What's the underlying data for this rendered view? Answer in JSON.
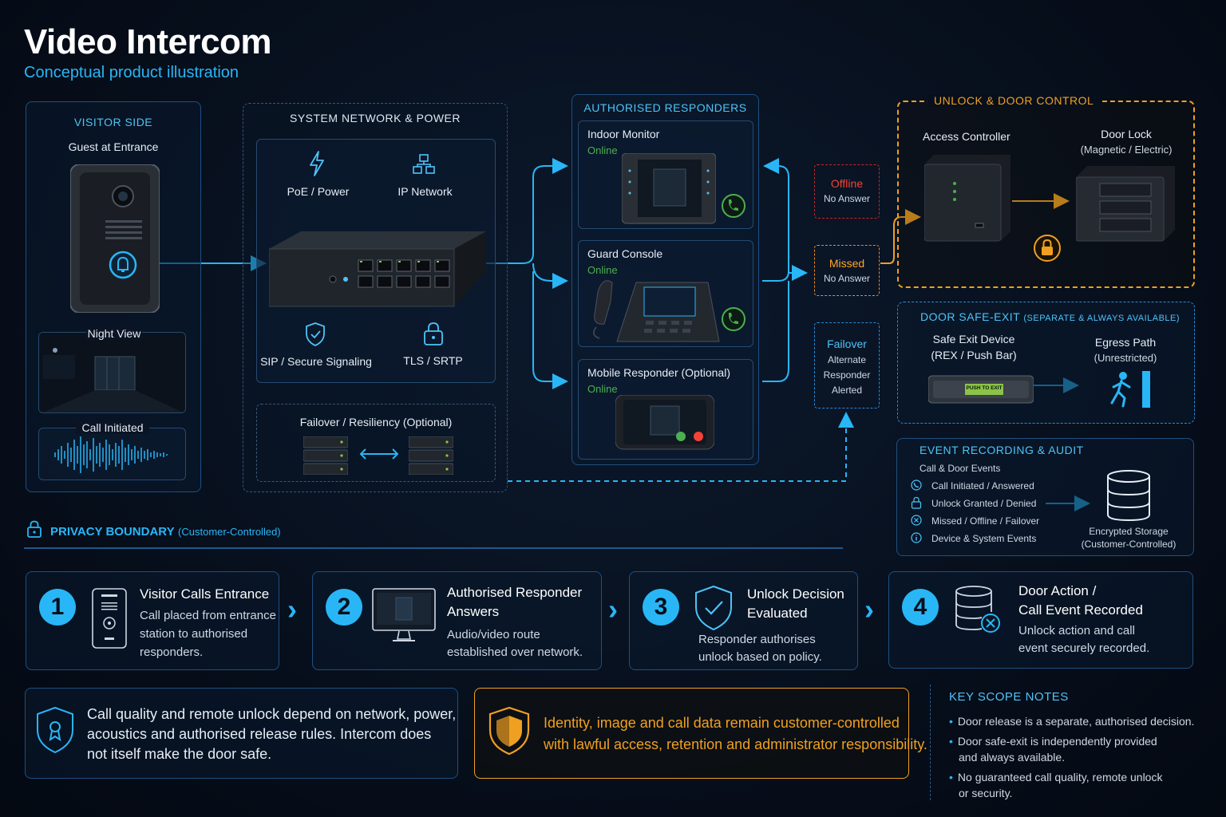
{
  "header": {
    "title": "Video Intercom",
    "subtitle": "Conceptual product illustration"
  },
  "visitor_side": {
    "heading": "VISITOR SIDE",
    "device_label": "Guest at Entrance",
    "night_view_label": "Night View",
    "call_label": "Call Initiated"
  },
  "network": {
    "heading": "SYSTEM NETWORK & POWER",
    "poe_label": "PoE / Power",
    "ip_label": "IP Network",
    "sip_label": "SIP / Secure Signaling",
    "tls_label": "TLS / SRTP",
    "failover_label": "Failover / Resiliency (Optional)"
  },
  "responders": {
    "heading": "AUTHORISED RESPONDERS",
    "items": [
      {
        "name": "Indoor Monitor",
        "status": "Online"
      },
      {
        "name": "Guard Console",
        "status": "Online"
      },
      {
        "name": "Mobile Responder (Optional)",
        "status": "Online"
      }
    ]
  },
  "statuses": {
    "offline": {
      "title": "Offline",
      "sub": "No Answer"
    },
    "missed": {
      "title": "Missed",
      "sub": "No Answer"
    },
    "failover": {
      "title": "Failover",
      "sub1": "Alternate",
      "sub2": "Responder",
      "sub3": "Alerted"
    }
  },
  "unlock": {
    "heading": "UNLOCK & DOOR CONTROL",
    "controller_label": "Access Controller",
    "lock_label": "Door Lock",
    "lock_sub": "(Magnetic / Electric)"
  },
  "safe_exit": {
    "heading": "DOOR SAFE-EXIT",
    "heading_note": "(SEPARATE & ALWAYS AVAILABLE)",
    "device_label": "Safe Exit Device",
    "device_sub": "(REX / Push Bar)",
    "path_label": "Egress Path",
    "path_sub": "(Unrestricted)",
    "bar_text": "PUSH TO EXIT"
  },
  "recording": {
    "heading": "EVENT RECORDING & AUDIT",
    "sub": "Call & Door Events",
    "events": [
      "Call Initiated / Answered",
      "Unlock Granted / Denied",
      "Missed / Offline / Failover",
      "Device & System Events"
    ],
    "storage_label": "Encrypted Storage",
    "storage_sub": "(Customer-Controlled)"
  },
  "privacy": {
    "label": "PRIVACY BOUNDARY",
    "note": "(Customer-Controlled)"
  },
  "steps": [
    {
      "num": "1",
      "title1": "Visitor Calls Entrance",
      "title2": "",
      "desc1": "Call placed from entrance",
      "desc2": "station to authorised",
      "desc3": "responders."
    },
    {
      "num": "2",
      "title1": "Authorised Responder",
      "title2": "Answers",
      "desc1": "Audio/video route",
      "desc2": "established over network.",
      "desc3": ""
    },
    {
      "num": "3",
      "title1": "Unlock Decision",
      "title2": "Evaluated",
      "desc1": "Responder authorises",
      "desc2": "unlock based on policy.",
      "desc3": ""
    },
    {
      "num": "4",
      "title1": "Door Action /",
      "title2": "Call Event Recorded",
      "desc1": "Unlock action and call",
      "desc2": "event securely recorded.",
      "desc3": ""
    }
  ],
  "notes": {
    "quality_1": "Call quality and remote unlock depend on network, power,",
    "quality_2": "acoustics and authorised release rules. Intercom does",
    "quality_3": "not itself make the door safe.",
    "identity_1": "Identity, image and call data remain customer-controlled",
    "identity_2": "with lawful access, retention and administrator responsibility.",
    "scope_heading": "KEY SCOPE NOTES",
    "scope_items": [
      "Door release is a separate, authorised decision.",
      "Door safe-exit is independently provided",
      "and always available.",
      "No guaranteed call quality, remote unlock",
      "or security."
    ]
  },
  "colors": {
    "accent": "#29b6f6",
    "online": "#4caf50",
    "offline": "#f44336",
    "missed": "#ffa726",
    "orange_frame": "#f0a020"
  }
}
